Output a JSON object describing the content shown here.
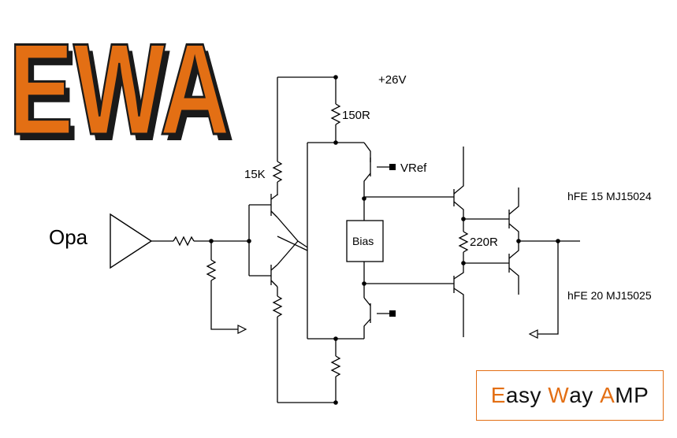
{
  "logo": {
    "text": "EWA",
    "fill": "#e36f14",
    "shadow": "#1a1a1a"
  },
  "labels": {
    "supply": "+26V",
    "r_top": "150R",
    "r_left": "15K",
    "vref": "VRef",
    "opa": "Opa",
    "bias": "Bias",
    "r_mid": "220R",
    "hfe_top": "hFE 15 MJ15024",
    "hfe_bottom": "hFE 20 MJ15025"
  },
  "brand": {
    "part1_accent": "E",
    "part1_rest": "asy ",
    "part2_accent": "W",
    "part2_rest": "ay ",
    "part3_accent": "A",
    "part3_rest": "MP",
    "accent_color": "#e36f14"
  },
  "line_color": "#000000"
}
